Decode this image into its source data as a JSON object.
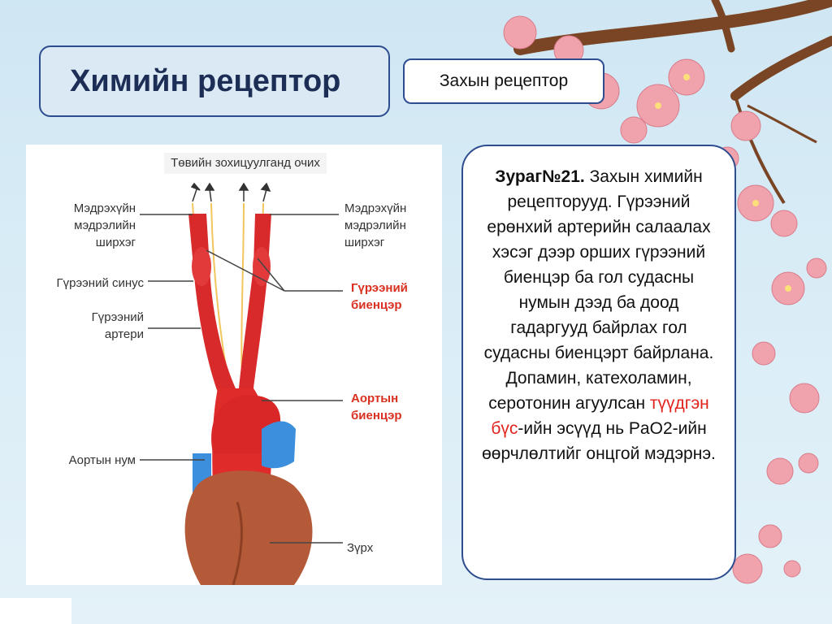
{
  "header": {
    "title": "Химийн рецептор",
    "subtitle": "Захын рецептор"
  },
  "diagram": {
    "top_caption": "Төвийн зохицуулганд очих",
    "left_labels": {
      "nerve_fiber_1": "Мэдрэхүйн",
      "nerve_fiber_2": "мэдрэлийн",
      "nerve_fiber_3": "ширхэг",
      "carotid_sinus": "Гүрээний синус",
      "carotid_artery_1": "Гүрээний",
      "carotid_artery_2": "артери",
      "aortic_arch": "Аортын нум"
    },
    "right_labels": {
      "nerve_fiber_1": "Мэдрэхүйн",
      "nerve_fiber_2": "мэдрэлийн",
      "nerve_fiber_3": "ширхэг",
      "carotid_body_1": "Гүрээний",
      "carotid_body_2": "биенцэр",
      "aortic_body_1": "Аортын",
      "aortic_body_2": "биенцэр",
      "heart": "Зүрх"
    }
  },
  "description": {
    "figure_label": "Зураг№21.",
    "text_1": "Захын химийн рецепторууд. Гүрээний ерөнхий артерийн салаалах хэсэг дээр орших гүрээний биенцэр ба гол судасны нумын дээд ба доод гадаргууд байрлах гол судасны биенцэрт байрлана. Допамин, катехоламин, серотонин агуулсан",
    "highlight": "түүдгэн бүс",
    "text_2": "-ийн эсүүд нь PaO2-ийн өөрчлөлтийг онцгой мэдэрнэ."
  },
  "colors": {
    "accent_border": "#2e4d8f",
    "highlight_red": "#e0231b",
    "label_red": "#d9301f"
  }
}
